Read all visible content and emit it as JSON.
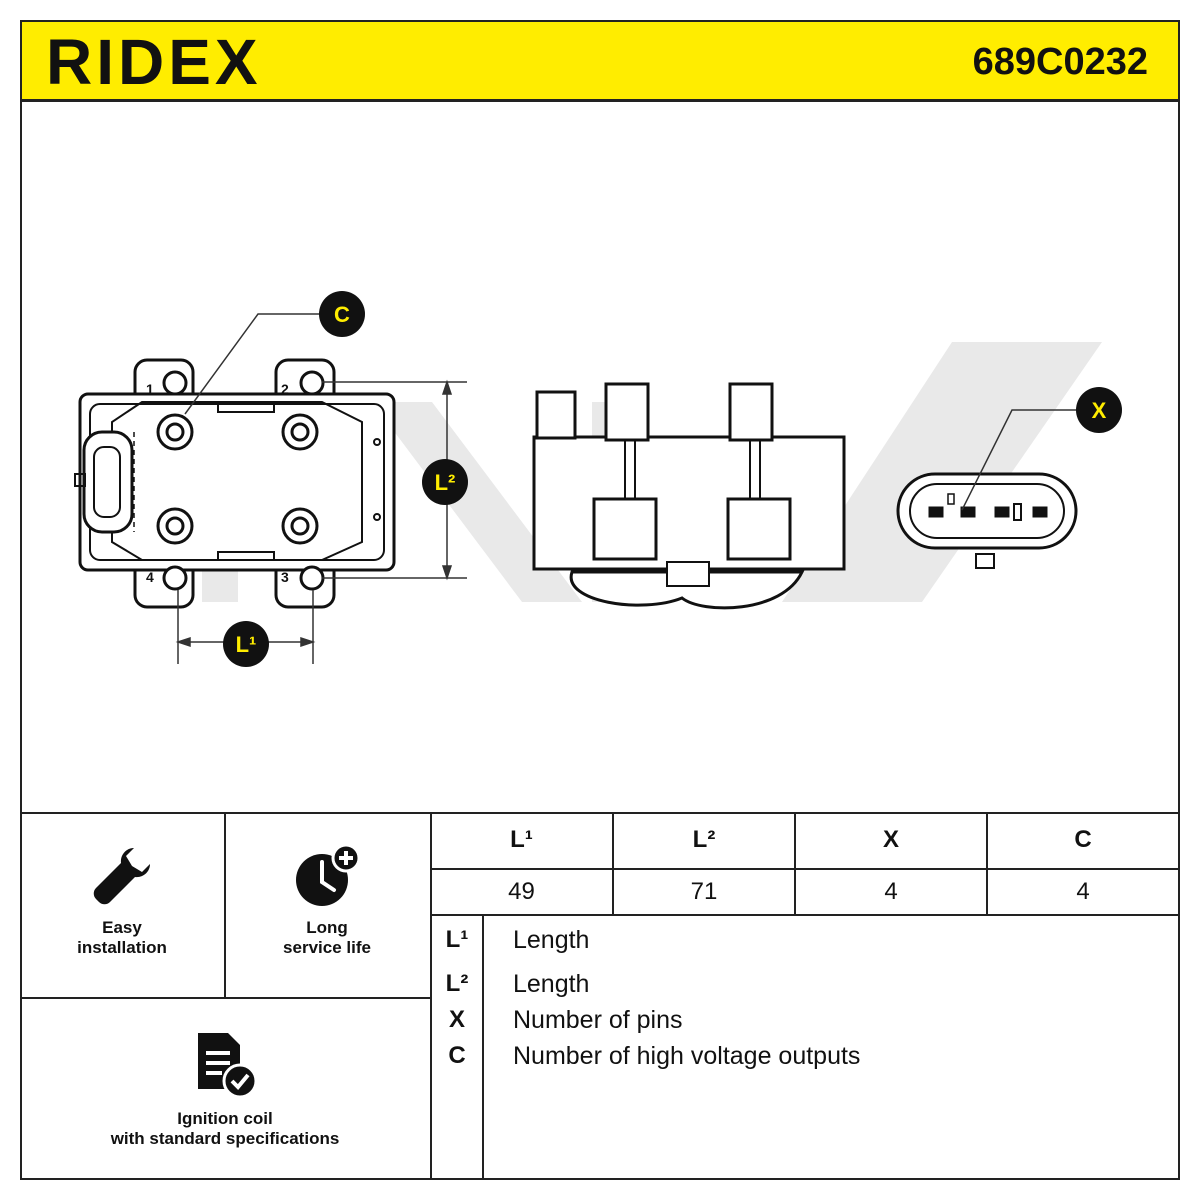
{
  "header": {
    "brand": "RIDEX",
    "part_number": "689C0232"
  },
  "diagram": {
    "callouts": {
      "c": "C",
      "l2": "L²",
      "l1": "L¹",
      "x": "X"
    },
    "pin_numbers": [
      "1",
      "2",
      "3",
      "4"
    ]
  },
  "features": [
    {
      "icon": "wrench-icon",
      "line1": "Easy",
      "line2": "installation"
    },
    {
      "icon": "clock-plus-icon",
      "line1": "Long",
      "line2": "service life"
    },
    {
      "icon": "document-check-icon",
      "line1": "Ignition coil",
      "line2": "with standard specifications"
    }
  ],
  "spec_table": {
    "headers": [
      "L¹",
      "L²",
      "X",
      "C"
    ],
    "values": [
      "49",
      "71",
      "4",
      "4"
    ]
  },
  "legend": [
    {
      "symbol": "L¹",
      "text": "Length"
    },
    {
      "symbol": "L²",
      "text": "Length"
    },
    {
      "symbol": "X",
      "text": "Number of pins"
    },
    {
      "symbol": "C",
      "text": "Number of high voltage outputs"
    }
  ],
  "colors": {
    "brand_yellow": "#ffed00",
    "line": "#222222",
    "watermark": "#e6e6e6"
  }
}
